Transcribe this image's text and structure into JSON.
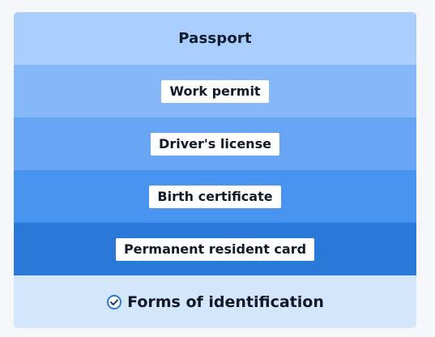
{
  "layers": [
    {
      "label": "Passport"
    },
    {
      "label": "Work permit"
    },
    {
      "label": "Driver's license"
    },
    {
      "label": "Birth certificate"
    },
    {
      "label": "Permanent resident card"
    }
  ],
  "footer": {
    "icon": "check-circle-icon",
    "label": "Forms of identification"
  },
  "colors": {
    "layer_shades": [
      "#a9cdfd",
      "#86b8f9",
      "#67a5f4",
      "#4893ef",
      "#2a79d9"
    ],
    "footer_background": "#d3e6fc",
    "icon_accent": "#2a79d9"
  }
}
